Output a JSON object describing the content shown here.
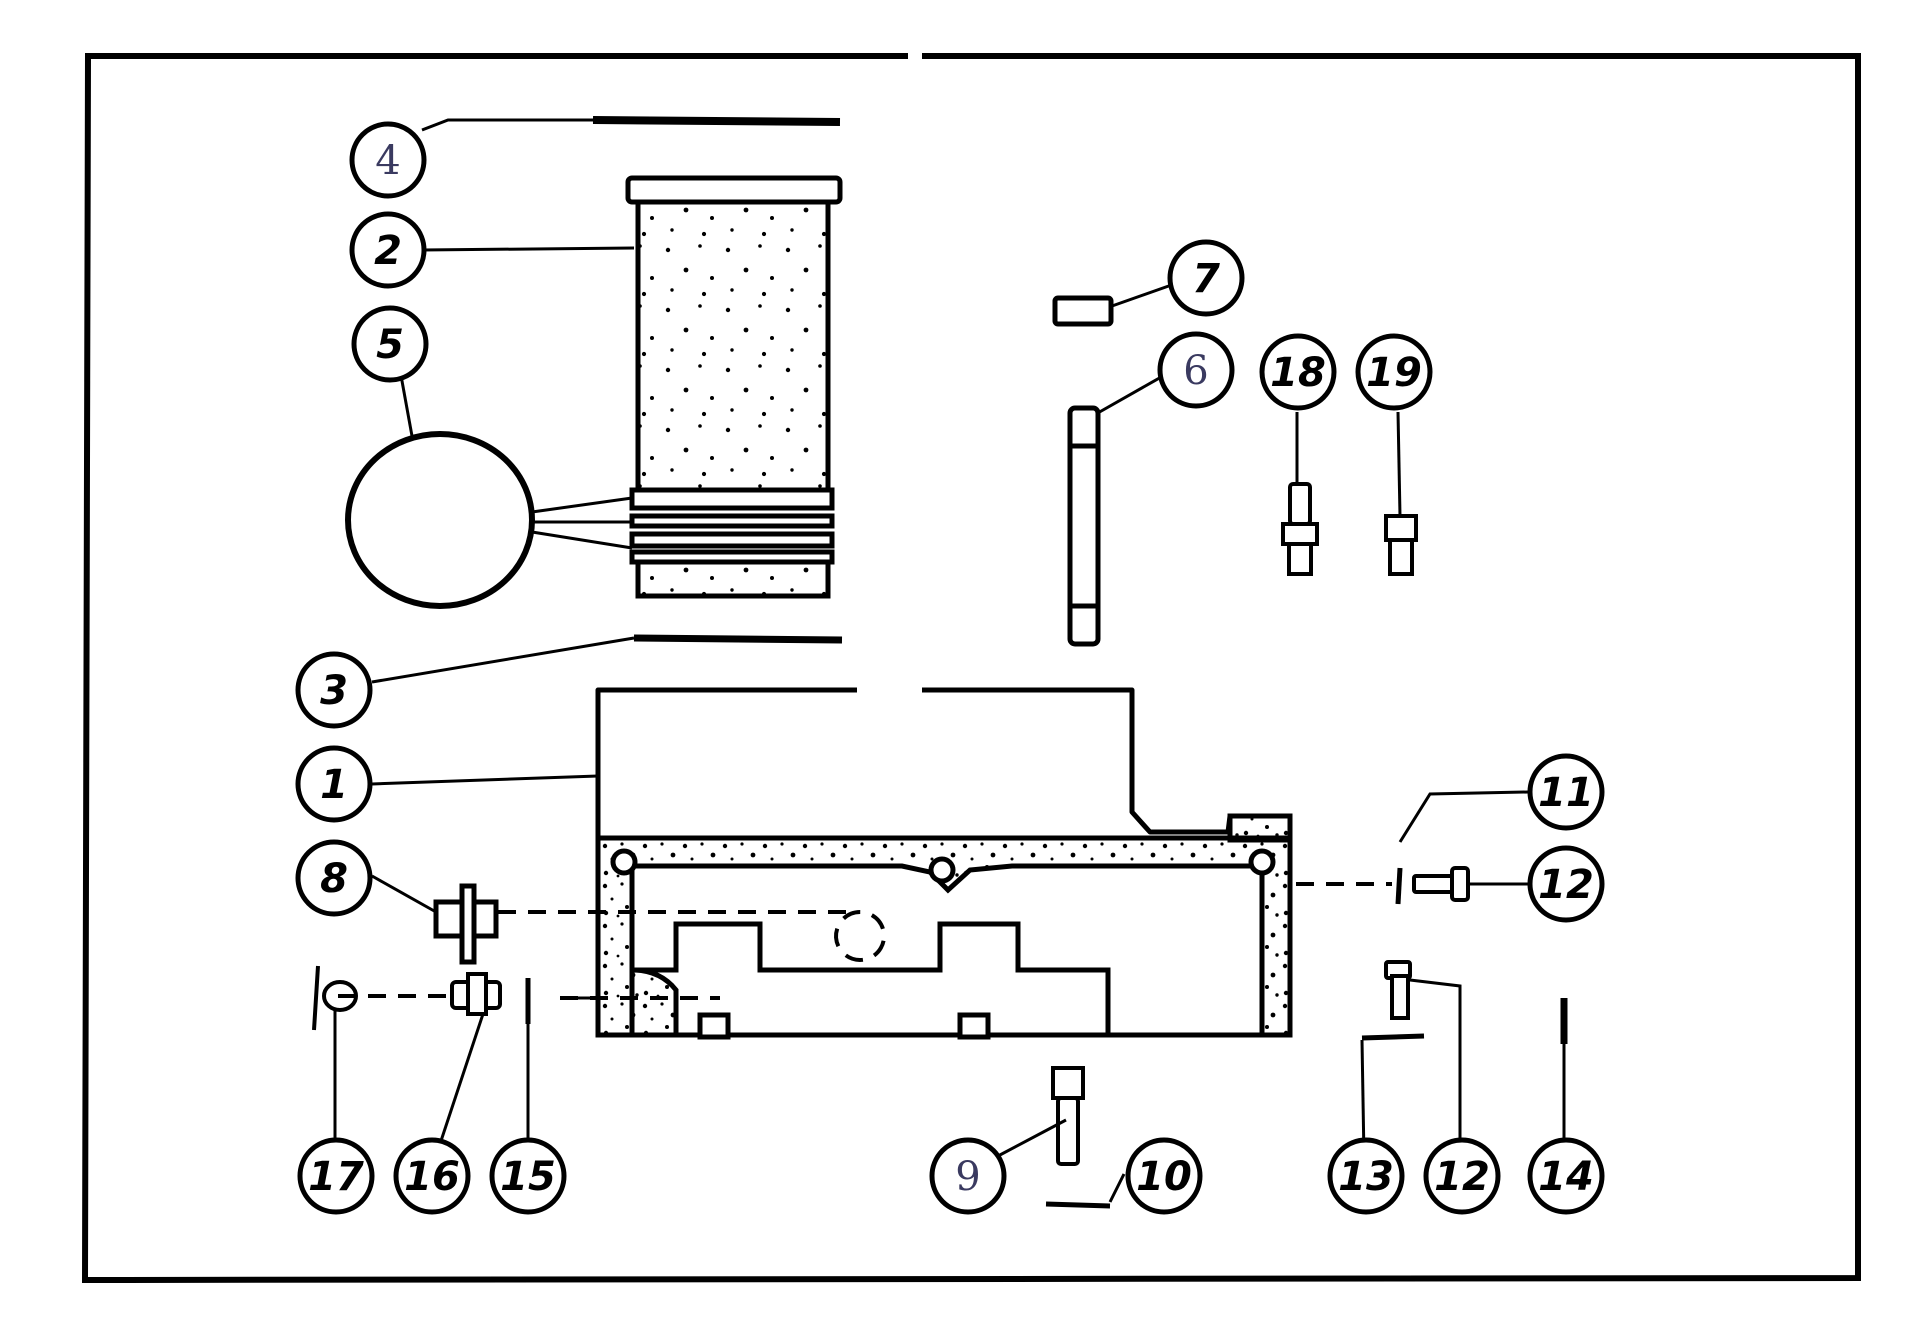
{
  "colors": {
    "ink": "#000000",
    "paper": "#ffffff",
    "handwritten": "#3a3a60"
  },
  "callouts": [
    {
      "id": "c4",
      "label": "4",
      "handwritten": true
    },
    {
      "id": "c2",
      "label": "2",
      "handwritten": false
    },
    {
      "id": "c5",
      "label": "5",
      "handwritten": false
    },
    {
      "id": "c7",
      "label": "7",
      "handwritten": false
    },
    {
      "id": "c6",
      "label": "6",
      "handwritten": true
    },
    {
      "id": "c18",
      "label": "18",
      "handwritten": false
    },
    {
      "id": "c19",
      "label": "19",
      "handwritten": false
    },
    {
      "id": "c3",
      "label": "3",
      "handwritten": false
    },
    {
      "id": "c1",
      "label": "1",
      "handwritten": false
    },
    {
      "id": "c11",
      "label": "11",
      "handwritten": false
    },
    {
      "id": "c8",
      "label": "8",
      "handwritten": false
    },
    {
      "id": "c12a",
      "label": "12",
      "handwritten": false
    },
    {
      "id": "c17",
      "label": "17",
      "handwritten": false
    },
    {
      "id": "c16",
      "label": "16",
      "handwritten": false
    },
    {
      "id": "c15",
      "label": "15",
      "handwritten": false
    },
    {
      "id": "c9",
      "label": "9",
      "handwritten": true
    },
    {
      "id": "c10",
      "label": "10",
      "handwritten": false
    },
    {
      "id": "c13",
      "label": "13",
      "handwritten": false
    },
    {
      "id": "c12b",
      "label": "12",
      "handwritten": false
    },
    {
      "id": "c14",
      "label": "14",
      "handwritten": false
    }
  ]
}
